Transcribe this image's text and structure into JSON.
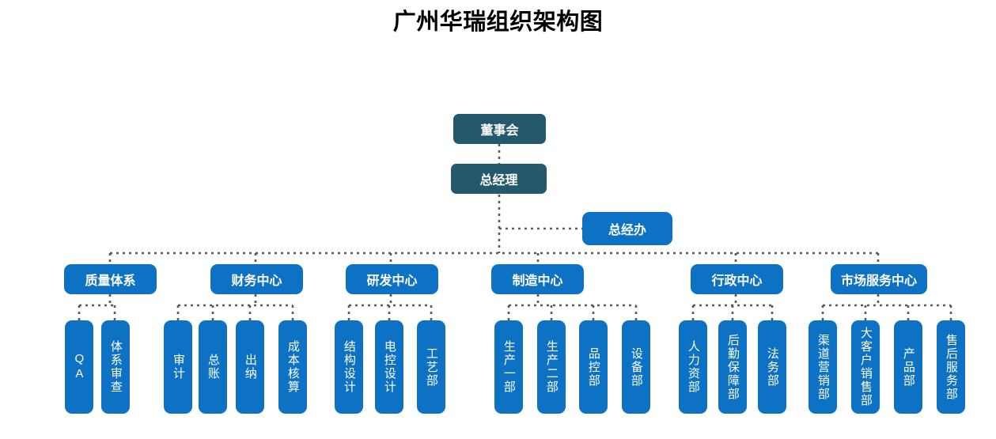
{
  "title": "广州华瑞组织架构图",
  "colors": {
    "executive": "#24596B",
    "department": "#0D72C4",
    "connector": "#595959",
    "background": "#FFFFFF",
    "title_text": "#000000",
    "node_text": "#FFFFFF"
  },
  "chart_data": {
    "type": "diagram",
    "diagram_type": "organizational-chart",
    "title": "广州华瑞组织架构图",
    "orientation": "top-down",
    "connector_style": "dotted",
    "levels": [
      {
        "level": 1,
        "nodes": [
          "董事会"
        ]
      },
      {
        "level": 2,
        "nodes": [
          "总经理"
        ]
      },
      {
        "level": 3,
        "nodes": [
          "总经办"
        ]
      },
      {
        "level": 4,
        "nodes": [
          "质量体系",
          "财务中心",
          "研发中心",
          "制造中心",
          "行政中心",
          "市场服务中心"
        ]
      },
      {
        "level": 5,
        "nodes": [
          "QA",
          "体系审查",
          "审计",
          "总账",
          "出纳",
          "成本核算",
          "结构设计",
          "电控设计",
          "工艺部",
          "生产一部",
          "生产二部",
          "品控部",
          "设备部",
          "人力资部",
          "后勤保障部",
          "法务部",
          "渠道营销部",
          "大客户销售部",
          "产品部",
          "售后服务部"
        ]
      }
    ],
    "edges": [
      {
        "from": "董事会",
        "to": "总经理"
      },
      {
        "from": "总经理",
        "to": "总经办"
      },
      {
        "from": "总经理",
        "to": "质量体系"
      },
      {
        "from": "总经理",
        "to": "财务中心"
      },
      {
        "from": "总经理",
        "to": "研发中心"
      },
      {
        "from": "总经理",
        "to": "制造中心"
      },
      {
        "from": "总经理",
        "to": "行政中心"
      },
      {
        "from": "总经理",
        "to": "市场服务中心"
      },
      {
        "from": "质量体系",
        "to": "QA"
      },
      {
        "from": "质量体系",
        "to": "体系审查"
      },
      {
        "from": "财务中心",
        "to": "审计"
      },
      {
        "from": "财务中心",
        "to": "总账"
      },
      {
        "from": "财务中心",
        "to": "出纳"
      },
      {
        "from": "财务中心",
        "to": "成本核算"
      },
      {
        "from": "研发中心",
        "to": "结构设计"
      },
      {
        "from": "研发中心",
        "to": "电控设计"
      },
      {
        "from": "研发中心",
        "to": "工艺部"
      },
      {
        "from": "制造中心",
        "to": "生产一部"
      },
      {
        "from": "制造中心",
        "to": "生产二部"
      },
      {
        "from": "制造中心",
        "to": "品控部"
      },
      {
        "from": "制造中心",
        "to": "设备部"
      },
      {
        "from": "行政中心",
        "to": "人力资部"
      },
      {
        "from": "行政中心",
        "to": "后勤保障部"
      },
      {
        "from": "行政中心",
        "to": "法务部"
      },
      {
        "from": "市场服务中心",
        "to": "渠道营销部"
      },
      {
        "from": "市场服务中心",
        "to": "大客户销售部"
      },
      {
        "from": "市场服务中心",
        "to": "产品部"
      },
      {
        "from": "市场服务中心",
        "to": "售后服务部"
      }
    ]
  },
  "nodes": {
    "board": {
      "label": "董事会"
    },
    "general_manager": {
      "label": "总经理"
    },
    "gm_office": {
      "label": "总经办"
    },
    "departments": [
      {
        "label": "质量体系"
      },
      {
        "label": "财务中心"
      },
      {
        "label": "研发中心"
      },
      {
        "label": "制造中心"
      },
      {
        "label": "行政中心"
      },
      {
        "label": "市场服务中心"
      }
    ],
    "teams": [
      {
        "label": "QA"
      },
      {
        "label": "体系审查"
      },
      {
        "label": "审计"
      },
      {
        "label": "总账"
      },
      {
        "label": "出纳"
      },
      {
        "label": "成本核算"
      },
      {
        "label": "结构设计"
      },
      {
        "label": "电控设计"
      },
      {
        "label": "工艺部"
      },
      {
        "label": "生产一部"
      },
      {
        "label": "生产二部"
      },
      {
        "label": "品控部"
      },
      {
        "label": "设备部"
      },
      {
        "label": "人力资部"
      },
      {
        "label": "后勤保障部"
      },
      {
        "label": "法务部"
      },
      {
        "label": "渠道营销部"
      },
      {
        "label": "大客户销售部"
      },
      {
        "label": "产品部"
      },
      {
        "label": "售后服务部"
      }
    ]
  }
}
